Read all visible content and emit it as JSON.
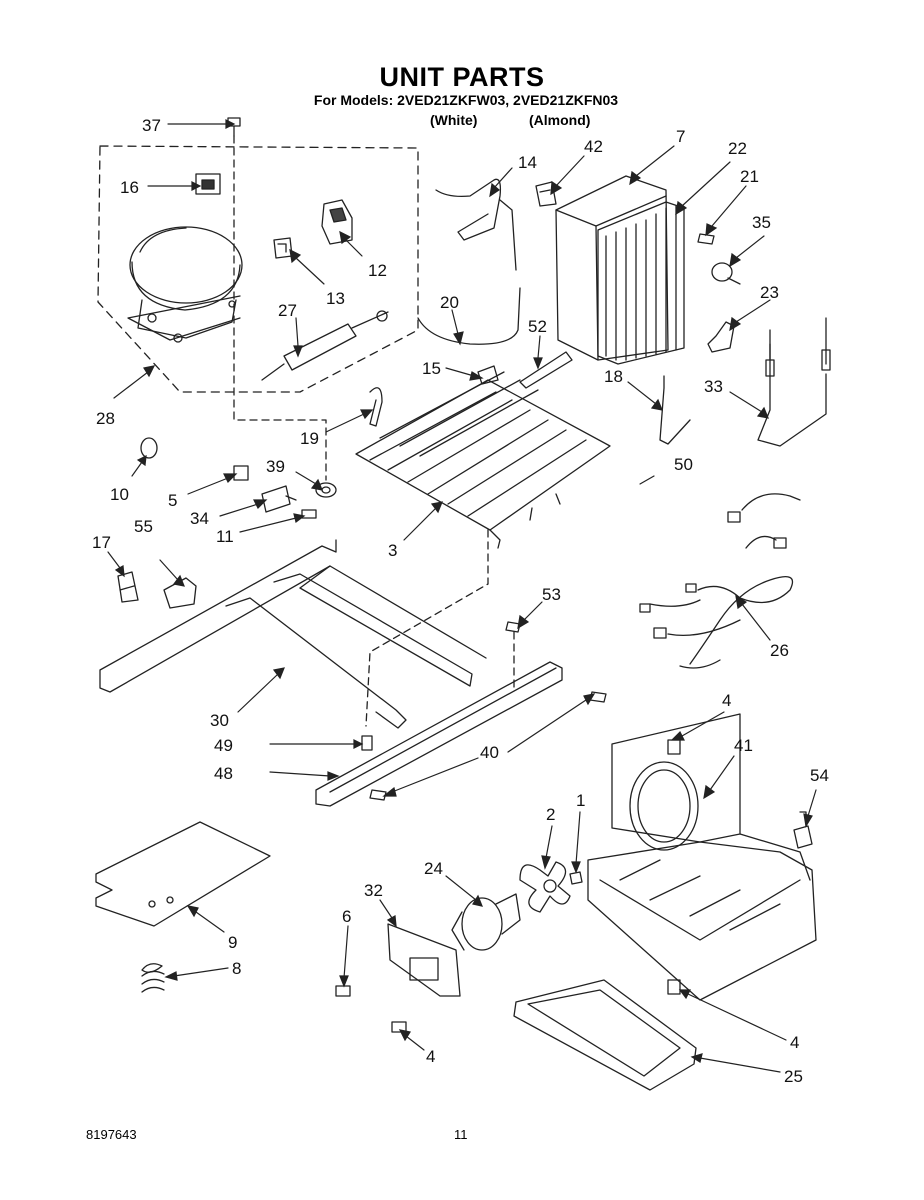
{
  "header": {
    "title": "UNIT PARTS",
    "models_line": "For Models: 2VED21ZKFW03, 2VED21ZKFN03",
    "variant_white": "(White)",
    "variant_almond": "(Almond)"
  },
  "callouts": [
    {
      "id": "37",
      "label": "37"
    },
    {
      "id": "16",
      "label": "16"
    },
    {
      "id": "14",
      "label": "14"
    },
    {
      "id": "42",
      "label": "42"
    },
    {
      "id": "7",
      "label": "7"
    },
    {
      "id": "22",
      "label": "22"
    },
    {
      "id": "21",
      "label": "21"
    },
    {
      "id": "35",
      "label": "35"
    },
    {
      "id": "12",
      "label": "12"
    },
    {
      "id": "13",
      "label": "13"
    },
    {
      "id": "27",
      "label": "27"
    },
    {
      "id": "20",
      "label": "20"
    },
    {
      "id": "52",
      "label": "52"
    },
    {
      "id": "23",
      "label": "23"
    },
    {
      "id": "15",
      "label": "15"
    },
    {
      "id": "18",
      "label": "18"
    },
    {
      "id": "33",
      "label": "33"
    },
    {
      "id": "28",
      "label": "28"
    },
    {
      "id": "19",
      "label": "19"
    },
    {
      "id": "10",
      "label": "10"
    },
    {
      "id": "39",
      "label": "39"
    },
    {
      "id": "5",
      "label": "5"
    },
    {
      "id": "50",
      "label": "50"
    },
    {
      "id": "34",
      "label": "34"
    },
    {
      "id": "11",
      "label": "11"
    },
    {
      "id": "3",
      "label": "3"
    },
    {
      "id": "17",
      "label": "17"
    },
    {
      "id": "55",
      "label": "55"
    },
    {
      "id": "26",
      "label": "26"
    },
    {
      "id": "53",
      "label": "53"
    },
    {
      "id": "30",
      "label": "30"
    },
    {
      "id": "4a",
      "label": "4"
    },
    {
      "id": "49",
      "label": "49"
    },
    {
      "id": "41",
      "label": "41"
    },
    {
      "id": "40",
      "label": "40"
    },
    {
      "id": "48",
      "label": "48"
    },
    {
      "id": "54",
      "label": "54"
    },
    {
      "id": "2",
      "label": "2"
    },
    {
      "id": "1",
      "label": "1"
    },
    {
      "id": "24",
      "label": "24"
    },
    {
      "id": "32",
      "label": "32"
    },
    {
      "id": "6",
      "label": "6"
    },
    {
      "id": "9",
      "label": "9"
    },
    {
      "id": "8",
      "label": "8"
    },
    {
      "id": "4b",
      "label": "4"
    },
    {
      "id": "4c",
      "label": "4"
    },
    {
      "id": "25",
      "label": "25"
    }
  ],
  "footer": {
    "doc_number": "8197643",
    "page_number": "11"
  }
}
